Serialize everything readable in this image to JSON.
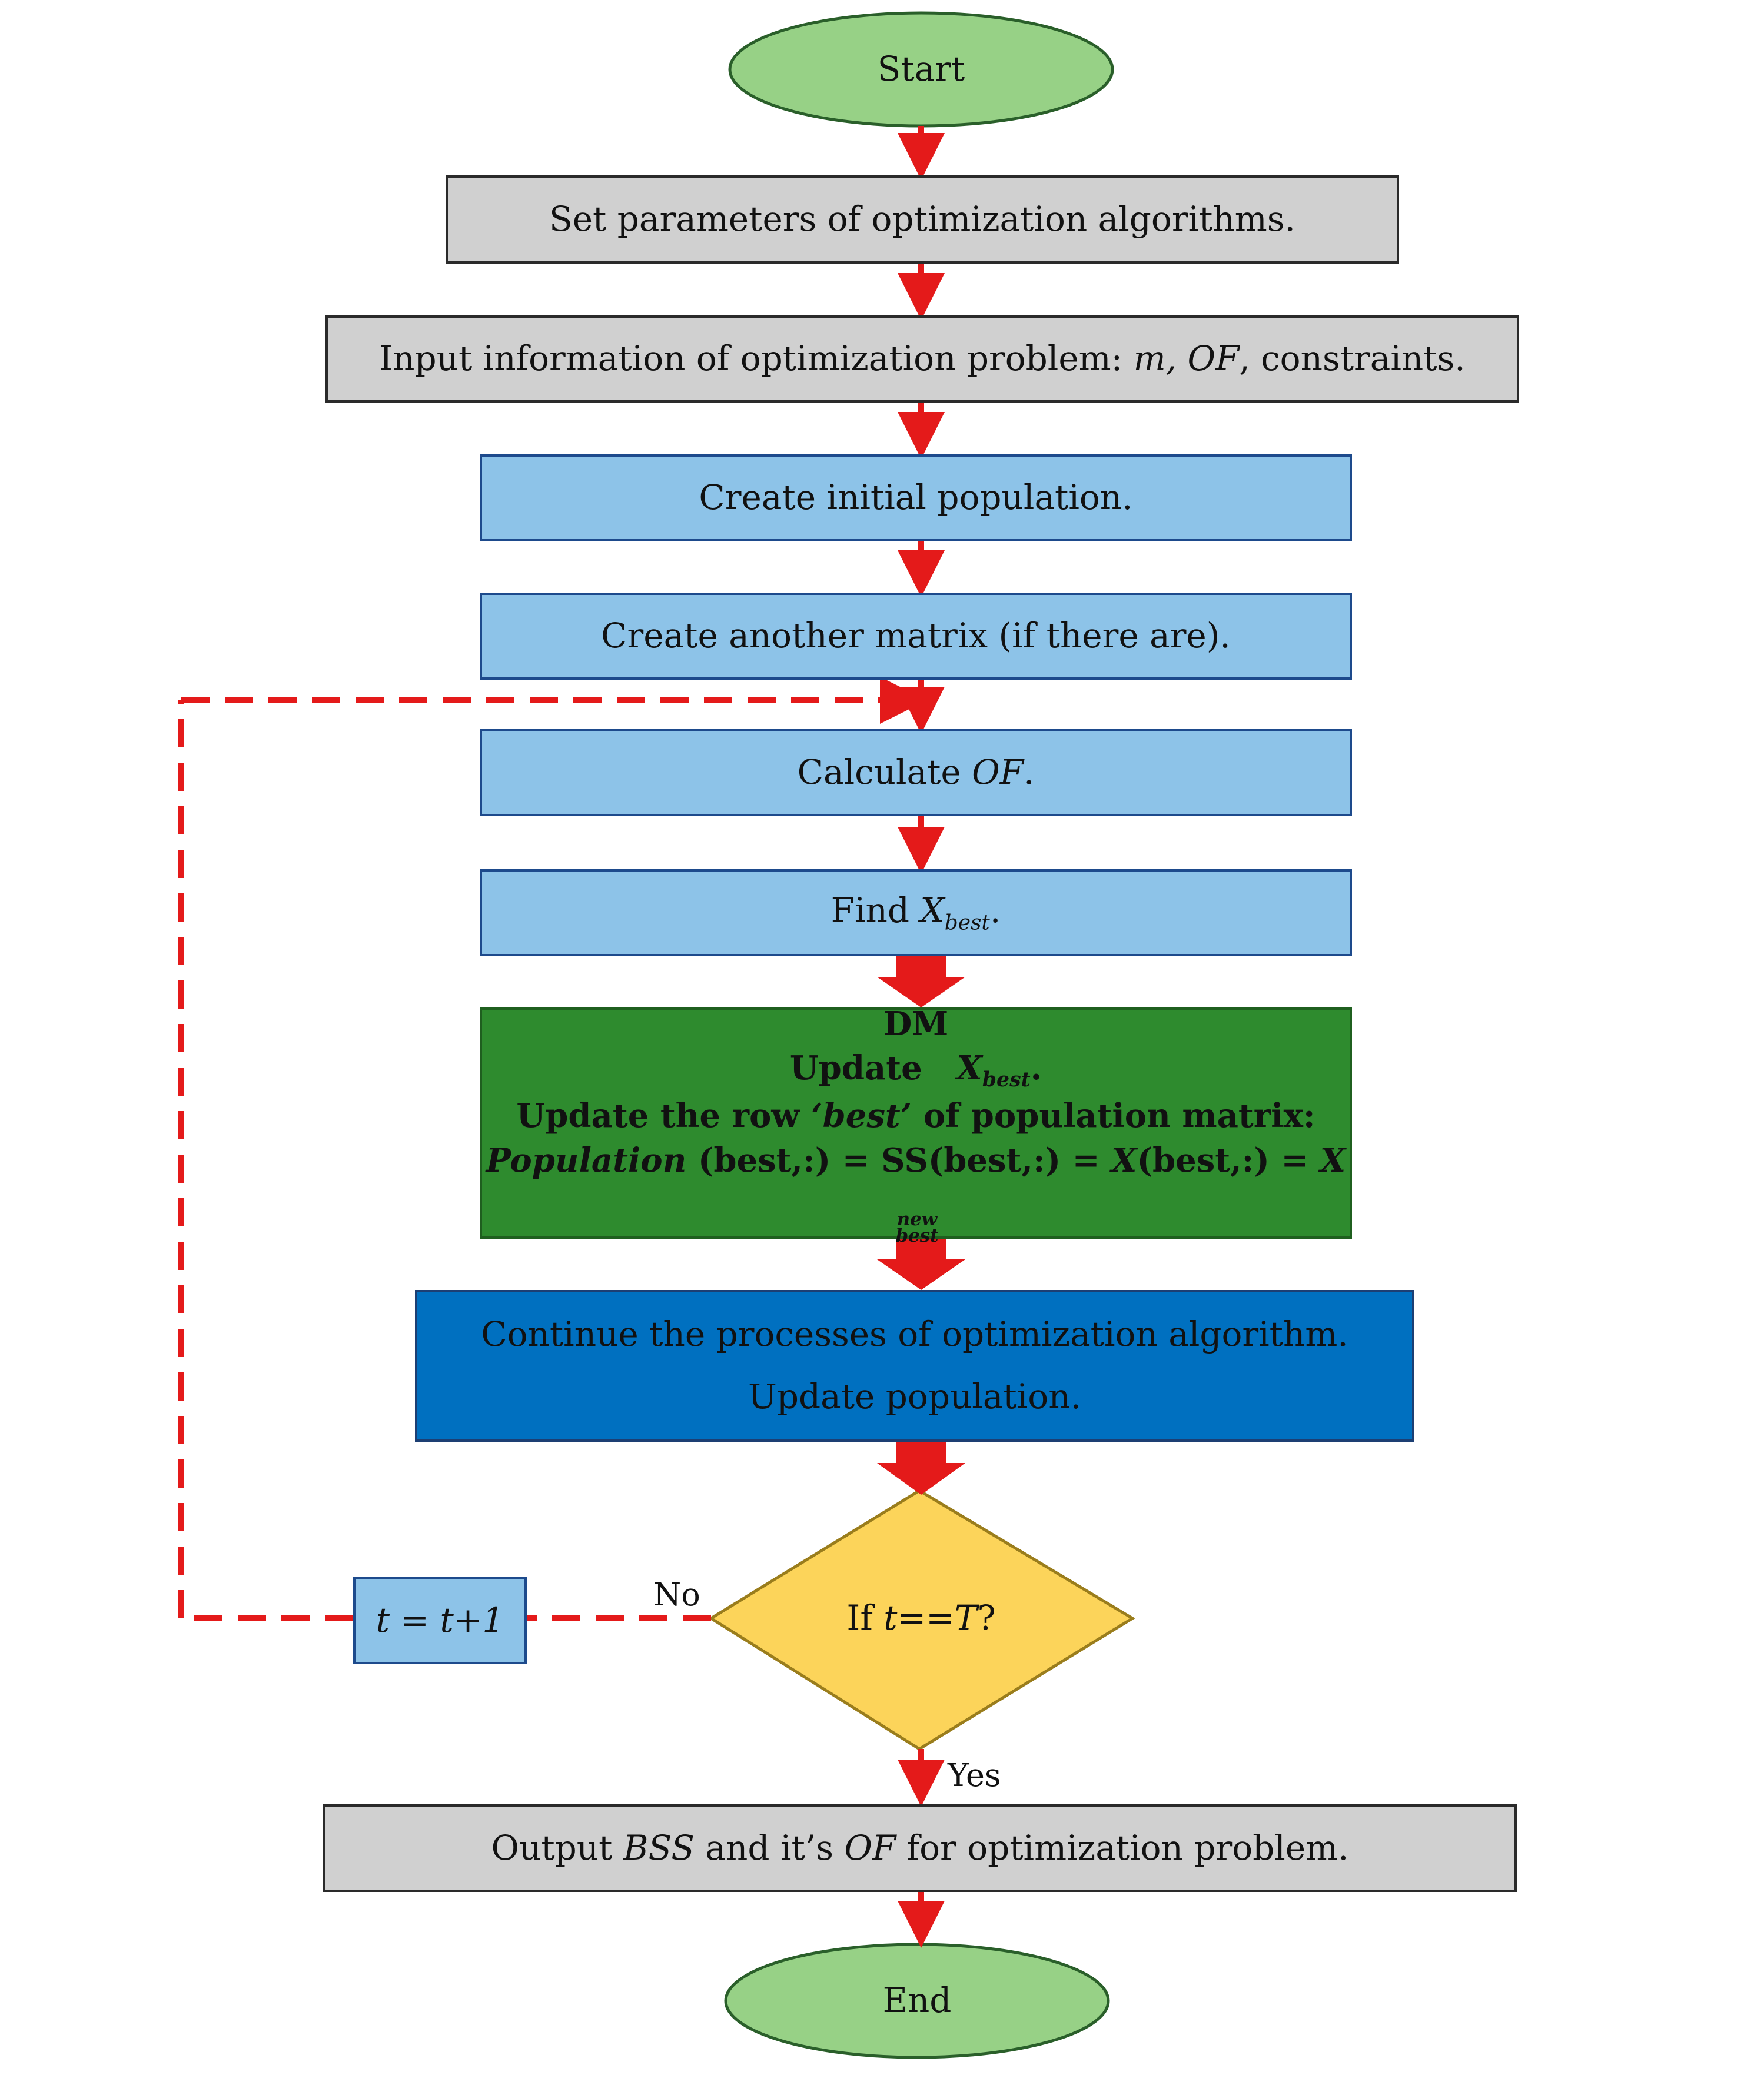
{
  "start": "Start",
  "set_params": "Set parameters of optimization algorithms.",
  "input_info": {
    "prefix": "Input information of optimization problem: ",
    "m": "m",
    "sep1": ", ",
    "of": "OF",
    "suffix": ", constraints."
  },
  "create_pop": "Create initial population.",
  "create_matrix": "Create another matrix (if there are).",
  "calc_of": {
    "prefix": "Calculate ",
    "of": "OF",
    "suffix": "."
  },
  "find_best": {
    "prefix": "Find ",
    "x": "X",
    "sub": "best",
    "suffix": "."
  },
  "dm": {
    "title": "DM",
    "line2_prefix": "Update ",
    "line2_x": "X",
    "line2_sub": "best",
    "line2_suffix": ".",
    "line3_prefix": "Update the row ",
    "line3_best": "‘best’",
    "line3_suffix": " of population matrix:",
    "line4_pop": "Population",
    "line4_mid": " (best,:) = SS(best,:) = ",
    "line4_x": "X",
    "line4_mid2": "(best,:) = ",
    "line4_xb": "X",
    "line4_sup": "new",
    "line4_sub": "best"
  },
  "continue": {
    "line1": "Continue the processes of optimization algorithm.",
    "line2": "Update population."
  },
  "decision": {
    "prefix": "If ",
    "t": "t",
    "eq": "==",
    "T": "T",
    "q": "?"
  },
  "counter": {
    "t1": "t",
    "eq": " = ",
    "t2": "t",
    "plus": "+1"
  },
  "no_label": "No",
  "yes_label": "Yes",
  "output": {
    "prefix": "Output ",
    "bss": "BSS",
    "mid": " and it’s ",
    "of": "OF",
    "suffix": " for optimization problem."
  },
  "end": "End",
  "colors": {
    "arrow": "#e41a1a",
    "terminal_fill": "#97d186",
    "terminal_stroke": "#2a5f2a",
    "gray_fill": "#d0d0d0",
    "blue_fill": "#8dc3e8",
    "dm_fill": "#2e8b2e",
    "dark_blue_fill": "#0070c0",
    "decision_fill": "#fcd45a",
    "decision_stroke": "#9a7d1c"
  }
}
